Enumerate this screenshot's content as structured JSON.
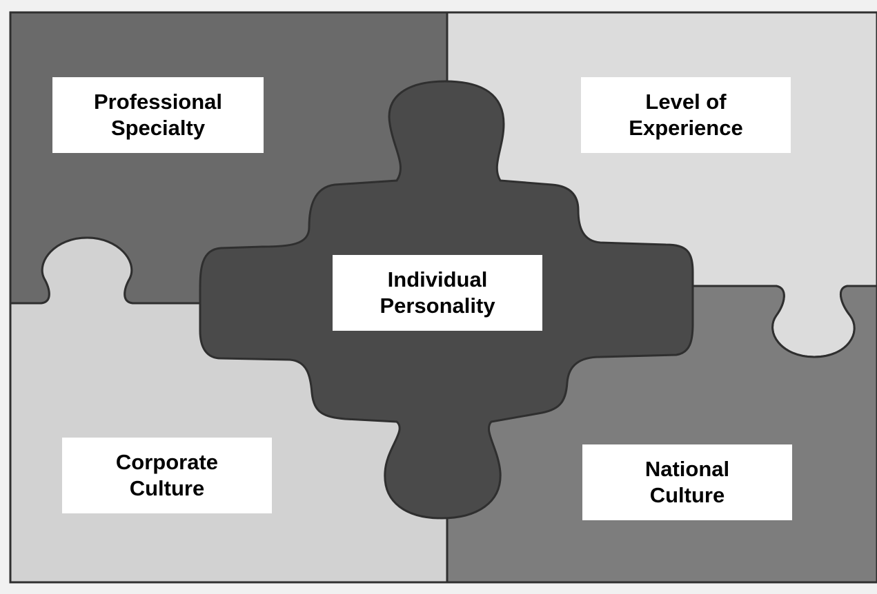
{
  "colors": {
    "page_background": "#f1f1f1",
    "professional_specialty_piece": "#6a6a6a",
    "level_of_experience_piece": "#dcdcdc",
    "corporate_culture_piece": "#d2d2d2",
    "national_culture_piece": "#7d7d7d",
    "individual_personality_piece": "#4a4a4a",
    "outline": "#2f2f2f",
    "label_background": "#ffffff",
    "label_text": "#000000"
  },
  "pieces": {
    "professional_specialty": {
      "line1": "Professional",
      "line2": "Specialty"
    },
    "level_of_experience": {
      "line1": "Level of",
      "line2": "Experience"
    },
    "individual_personality": {
      "line1": "Individual",
      "line2": "Personality"
    },
    "corporate_culture": {
      "line1": "Corporate",
      "line2": "Culture"
    },
    "national_culture": {
      "line1": "National",
      "line2": "Culture"
    }
  }
}
